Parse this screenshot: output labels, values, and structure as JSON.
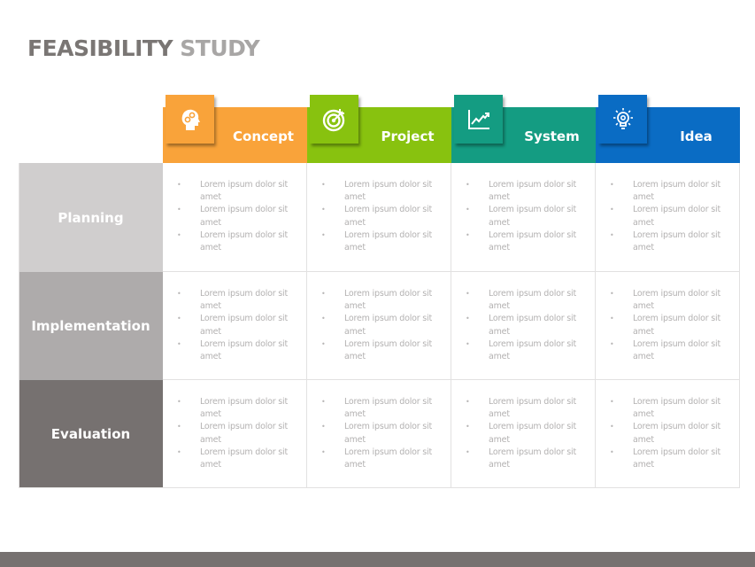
{
  "title": {
    "part1": "FEASIBILITY",
    "part2": "STUDY"
  },
  "columns": [
    {
      "label": "Concept",
      "icon": "head-gears-icon",
      "color": "#f9a33a",
      "tile_color": "#f9a33a"
    },
    {
      "label": "Project",
      "icon": "target-icon",
      "color": "#88c20f",
      "tile_color": "#88c20f"
    },
    {
      "label": "System",
      "icon": "chart-trend-icon",
      "color": "#149c82",
      "tile_color": "#149c82"
    },
    {
      "label": "Idea",
      "icon": "lightbulb-icon",
      "color": "#0a6cc4",
      "tile_color": "#0a6cc4"
    }
  ],
  "rows": [
    {
      "label": "Planning",
      "color": "#d0cece"
    },
    {
      "label": "Implementation",
      "color": "#aeabab"
    },
    {
      "label": "Evaluation",
      "color": "#767170"
    }
  ],
  "cell_bullets": [
    "Lorem  ipsum dolor sit amet",
    "Lorem  ipsum dolor sit amet",
    "Lorem  ipsum dolor sit amet"
  ],
  "footer_color": "#767170"
}
